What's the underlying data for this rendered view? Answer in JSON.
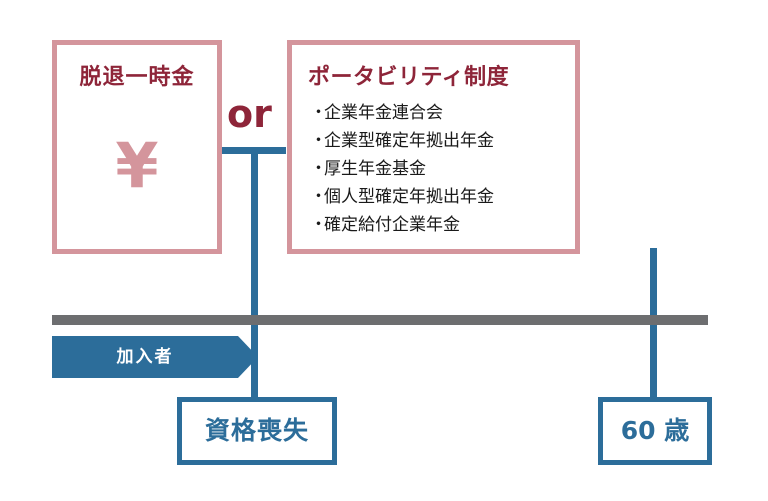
{
  "lump_sum": {
    "title": "脱退一時金",
    "symbol": "¥"
  },
  "or_label": "or",
  "portability": {
    "title": "ポータビリティ制度",
    "items": [
      "企業年金連合会",
      "企業型確定年拠出年金",
      "厚生年金基金",
      "個人型確定年拠出年金",
      "確定給付企業年金"
    ]
  },
  "member_label": "加入者",
  "loss_label": "資格喪失",
  "age_label": "60 歳",
  "colors": {
    "accent_red": "#8e2539",
    "border_pink": "#d4959c",
    "blue": "#2c6d9a",
    "timeline_gray": "#6d6e70"
  }
}
